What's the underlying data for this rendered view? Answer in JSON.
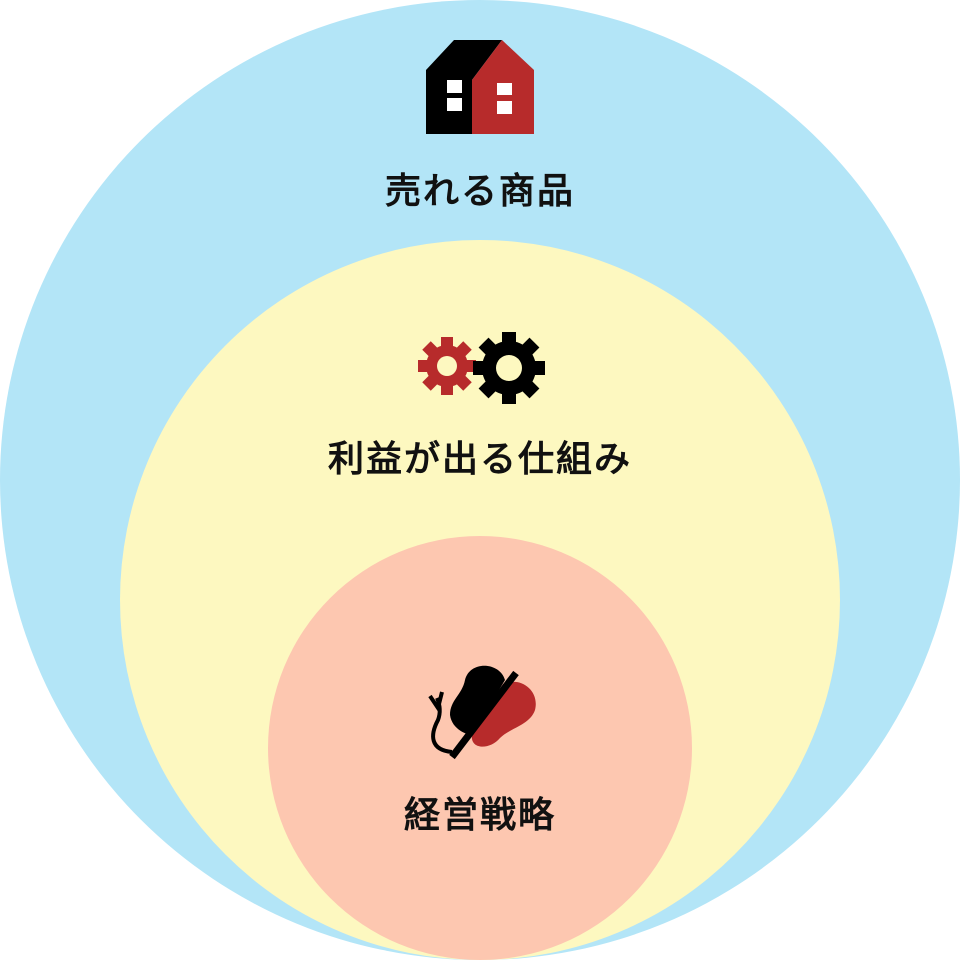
{
  "colors": {
    "outer": "#b3e5f7",
    "middle": "#fdf8c0",
    "inner": "#fdc7b0",
    "accent": "#b72b2b",
    "dark": "#000000"
  },
  "layers": [
    {
      "label": "売れる商品",
      "icon": "house-icon"
    },
    {
      "label": "利益が出る仕組み",
      "icon": "gears-icon"
    },
    {
      "label": "経営戦略",
      "icon": "brain-plug-icon"
    }
  ]
}
